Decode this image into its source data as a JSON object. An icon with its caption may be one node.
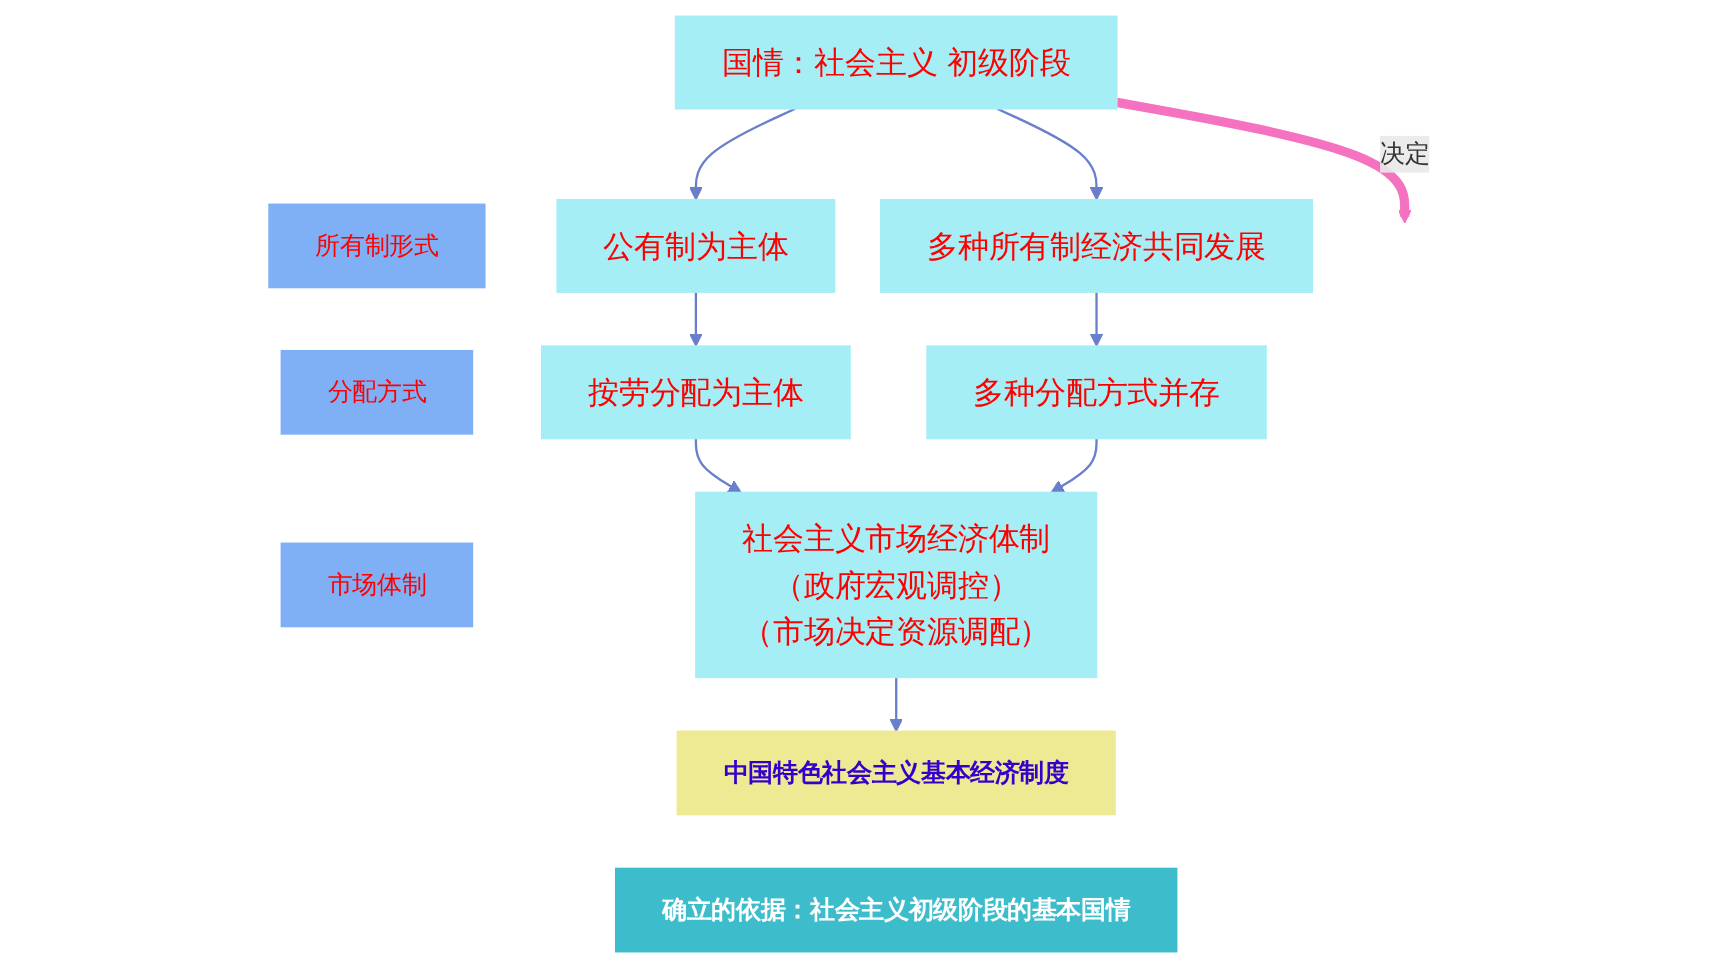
{
  "diagram": {
    "nodes": [
      {
        "text": [
          "国情：社会主义 初级阶段"
        ]
      },
      {
        "text": [
          "所有制形式"
        ]
      },
      {
        "text": [
          "公有制为主体"
        ]
      },
      {
        "text": [
          "多种所有制经济共同发展"
        ]
      },
      {
        "text": [
          "分配方式"
        ]
      },
      {
        "text": [
          "按劳分配为主体"
        ]
      },
      {
        "text": [
          "多种分配方式并存"
        ]
      },
      {
        "text": [
          "市场体制"
        ]
      },
      {
        "text": [
          "社会主义市场经济体制",
          "（政府宏观调控）",
          "（市场决定资源调配）"
        ]
      },
      {
        "text": [
          "中国特色社会主义基本经济制度"
        ]
      },
      {
        "text": [
          "确立的依据：社会主义初级阶段的基本国情"
        ]
      }
    ],
    "edges": [
      {
        "from": 0,
        "to": null,
        "arrow": "to",
        "label": "决定",
        "style": "thick",
        "color": "#f472c0"
      },
      {
        "from": 0,
        "to": 2,
        "arrow": "to"
      },
      {
        "from": 0,
        "to": 3,
        "arrow": "to"
      },
      {
        "from": 2,
        "to": 5,
        "arrow": "to"
      },
      {
        "from": 3,
        "to": 6,
        "arrow": "to"
      },
      {
        "from": 5,
        "to": 8,
        "arrow": "to"
      },
      {
        "from": 6,
        "to": 8,
        "arrow": "to"
      },
      {
        "from": 8,
        "to": 9,
        "arrow": "to"
      }
    ]
  }
}
